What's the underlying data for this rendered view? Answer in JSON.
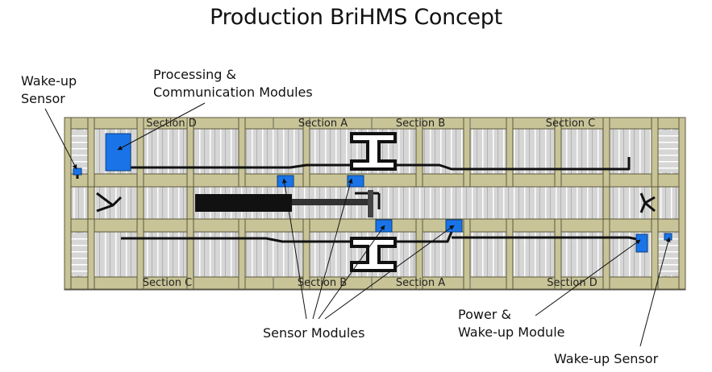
{
  "title": "Production BriHMS Concept",
  "labels": {
    "wakeup_sensor_left_line1": "Wake-up",
    "wakeup_sensor_left_line2": "Sensor",
    "processing_line1": "Processing &",
    "processing_line2": "Communication Modules",
    "sensor_modules": "Sensor Modules",
    "power_line1": "Power  &",
    "power_line2": "Wake-up Module",
    "wakeup_sensor_right": "Wake-up Sensor"
  },
  "sections_top": [
    "Section D",
    "Section A",
    "Section B",
    "Section C"
  ],
  "sections_bottom": [
    "Section C",
    "Section B",
    "Section A",
    "Section D"
  ],
  "colors": {
    "frame": "#c8c497",
    "frame_stroke": "#5b583c",
    "panel": "#d8d8d8",
    "slat_line": "#ffffff",
    "cable": "#111111",
    "module": "#1a74e8"
  }
}
